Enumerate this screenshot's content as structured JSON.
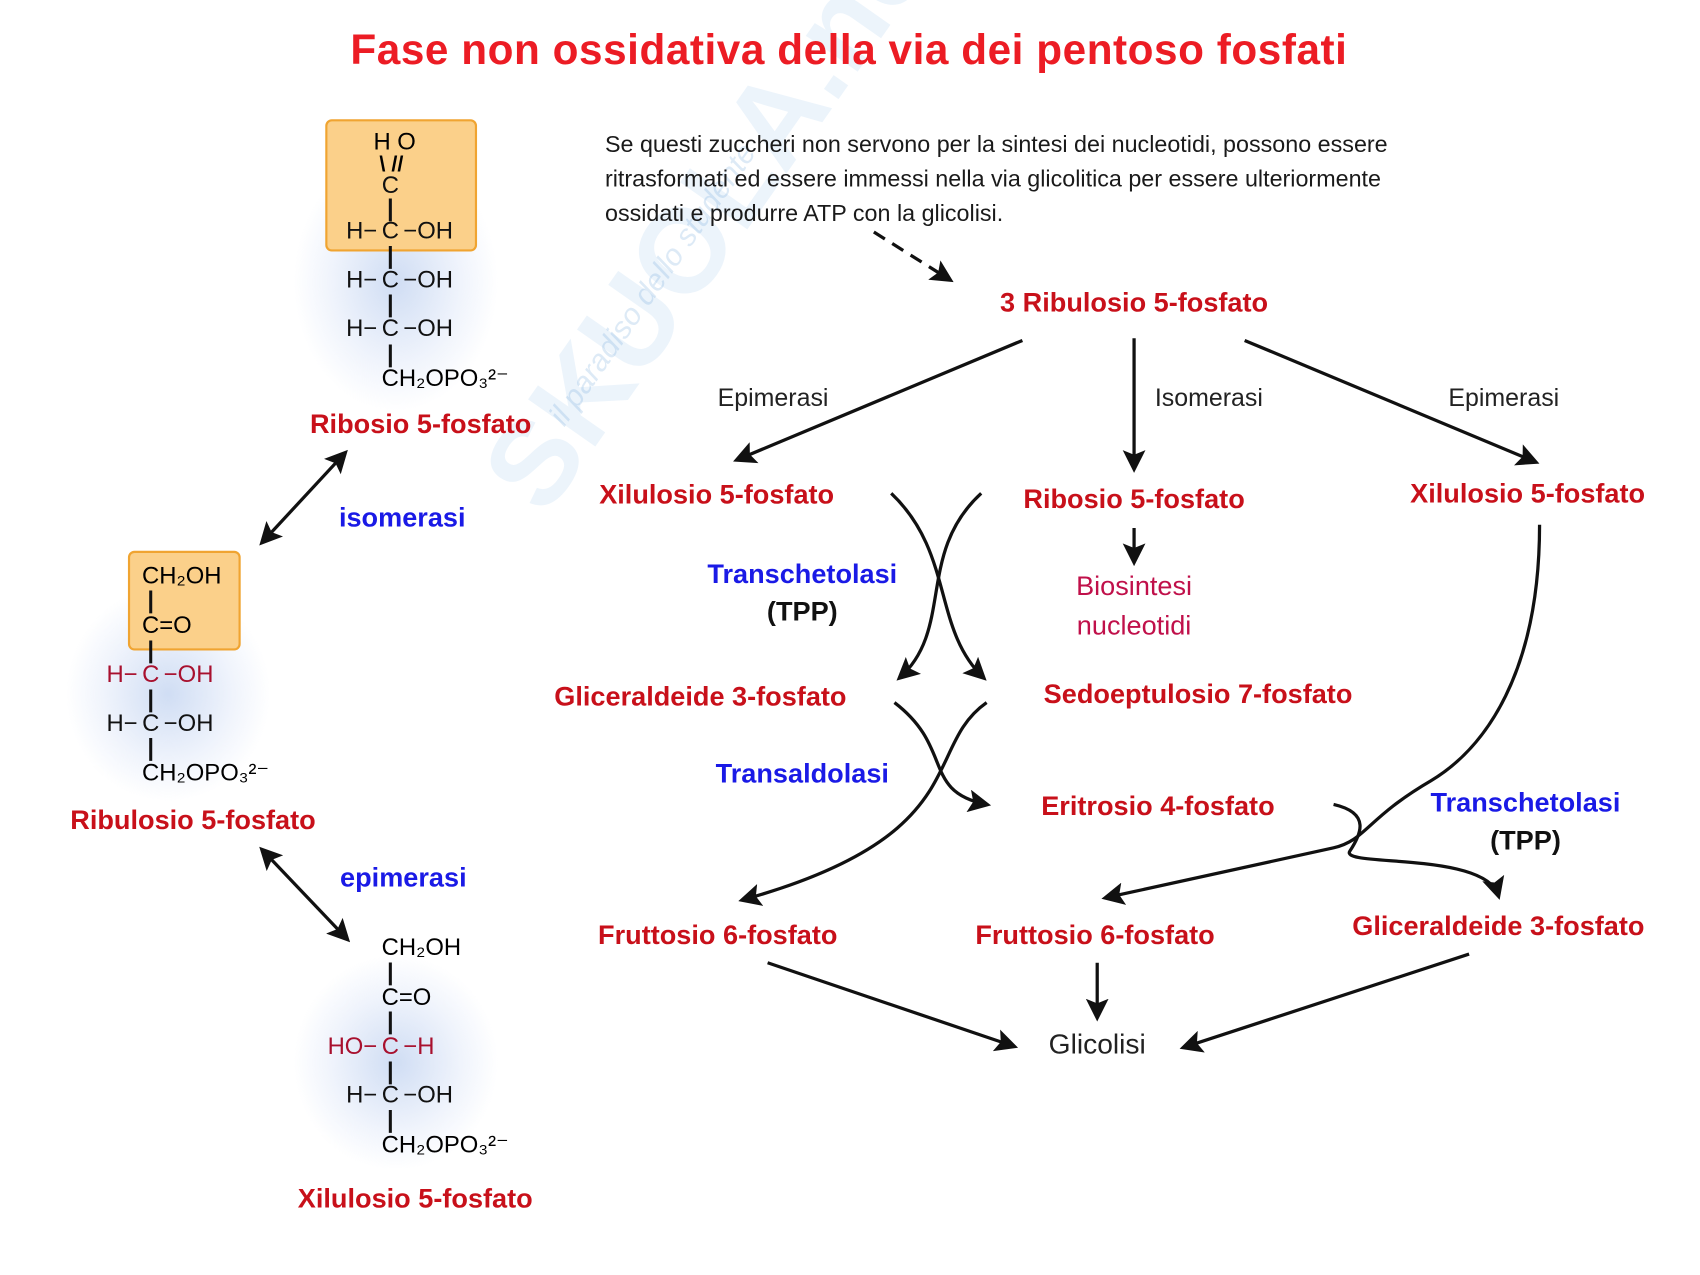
{
  "title": "Fase non ossidativa della via dei pentoso fosfati",
  "watermark": {
    "brand": "SKUOLA.net",
    "slogan": "il paradiso dello studente"
  },
  "note": {
    "lines": [
      "Se questi zuccheri non servono per la sintesi dei nucleotidi, possono essere",
      "ritrasformati ed essere immessi nella via glicolitica per essere ulteriormente",
      "ossidati e produrre ATP con la glicolisi."
    ]
  },
  "molecules": {
    "ribosio": {
      "name": "Ribosio 5-fosfato",
      "top": "H   O",
      "rows": [
        [
          "",
          "C",
          ""
        ],
        [
          "H−",
          "C",
          "−OH"
        ],
        [
          "H−",
          "C",
          "−OH"
        ],
        [
          "H−",
          "C",
          "−OH"
        ],
        [
          "",
          "CH₂OPO₃²⁻",
          ""
        ]
      ]
    },
    "ribulosio": {
      "name": "Ribulosio 5-fosfato",
      "rows": [
        [
          "",
          "CH₂OH",
          ""
        ],
        [
          "",
          "C=O",
          ""
        ],
        [
          "H−",
          "C",
          "−OH"
        ],
        [
          "H−",
          "C",
          "−OH"
        ],
        [
          "",
          "CH₂OPO₃²⁻",
          ""
        ]
      ]
    },
    "xilulosio": {
      "name": "Xilulosio 5-fosfato",
      "rows": [
        [
          "",
          "CH₂OH",
          ""
        ],
        [
          "",
          "C=O",
          ""
        ],
        [
          "HO−",
          "C",
          "−H"
        ],
        [
          "H−",
          "C",
          "−OH"
        ],
        [
          "",
          "CH₂OPO₃²⁻",
          ""
        ]
      ]
    }
  },
  "left_enzymes": {
    "isomerasi": "isomerasi",
    "epimerasi": "epimerasi"
  },
  "pathway": {
    "start": "3 Ribulosio 5-fosfato",
    "enzyme_epimerasi": "Epimerasi",
    "enzyme_isomerasi": "Isomerasi",
    "xilulosio": "Xilulosio 5-fosfato",
    "ribosio": "Ribosio 5-fosfato",
    "biosintesi": [
      "Biosintesi",
      "nucleotidi"
    ],
    "transchetolasi": "Transchetolasi",
    "tpp": "(TPP)",
    "gliceraldeide": "Gliceraldeide 3-fosfato",
    "sedoeptulosio": "Sedoeptulosio 7-fosfato",
    "transaldolasi": "Transaldolasi",
    "eritrosio": "Eritrosio 4-fosfato",
    "fruttosio": "Fruttosio 6-fosfato",
    "glicolisi": "Glicolisi"
  },
  "colors": {
    "title": "#ec1c24",
    "metabolite": "#c8101a",
    "enzyme": "#1a1ae6",
    "box": "#fbd08a"
  }
}
